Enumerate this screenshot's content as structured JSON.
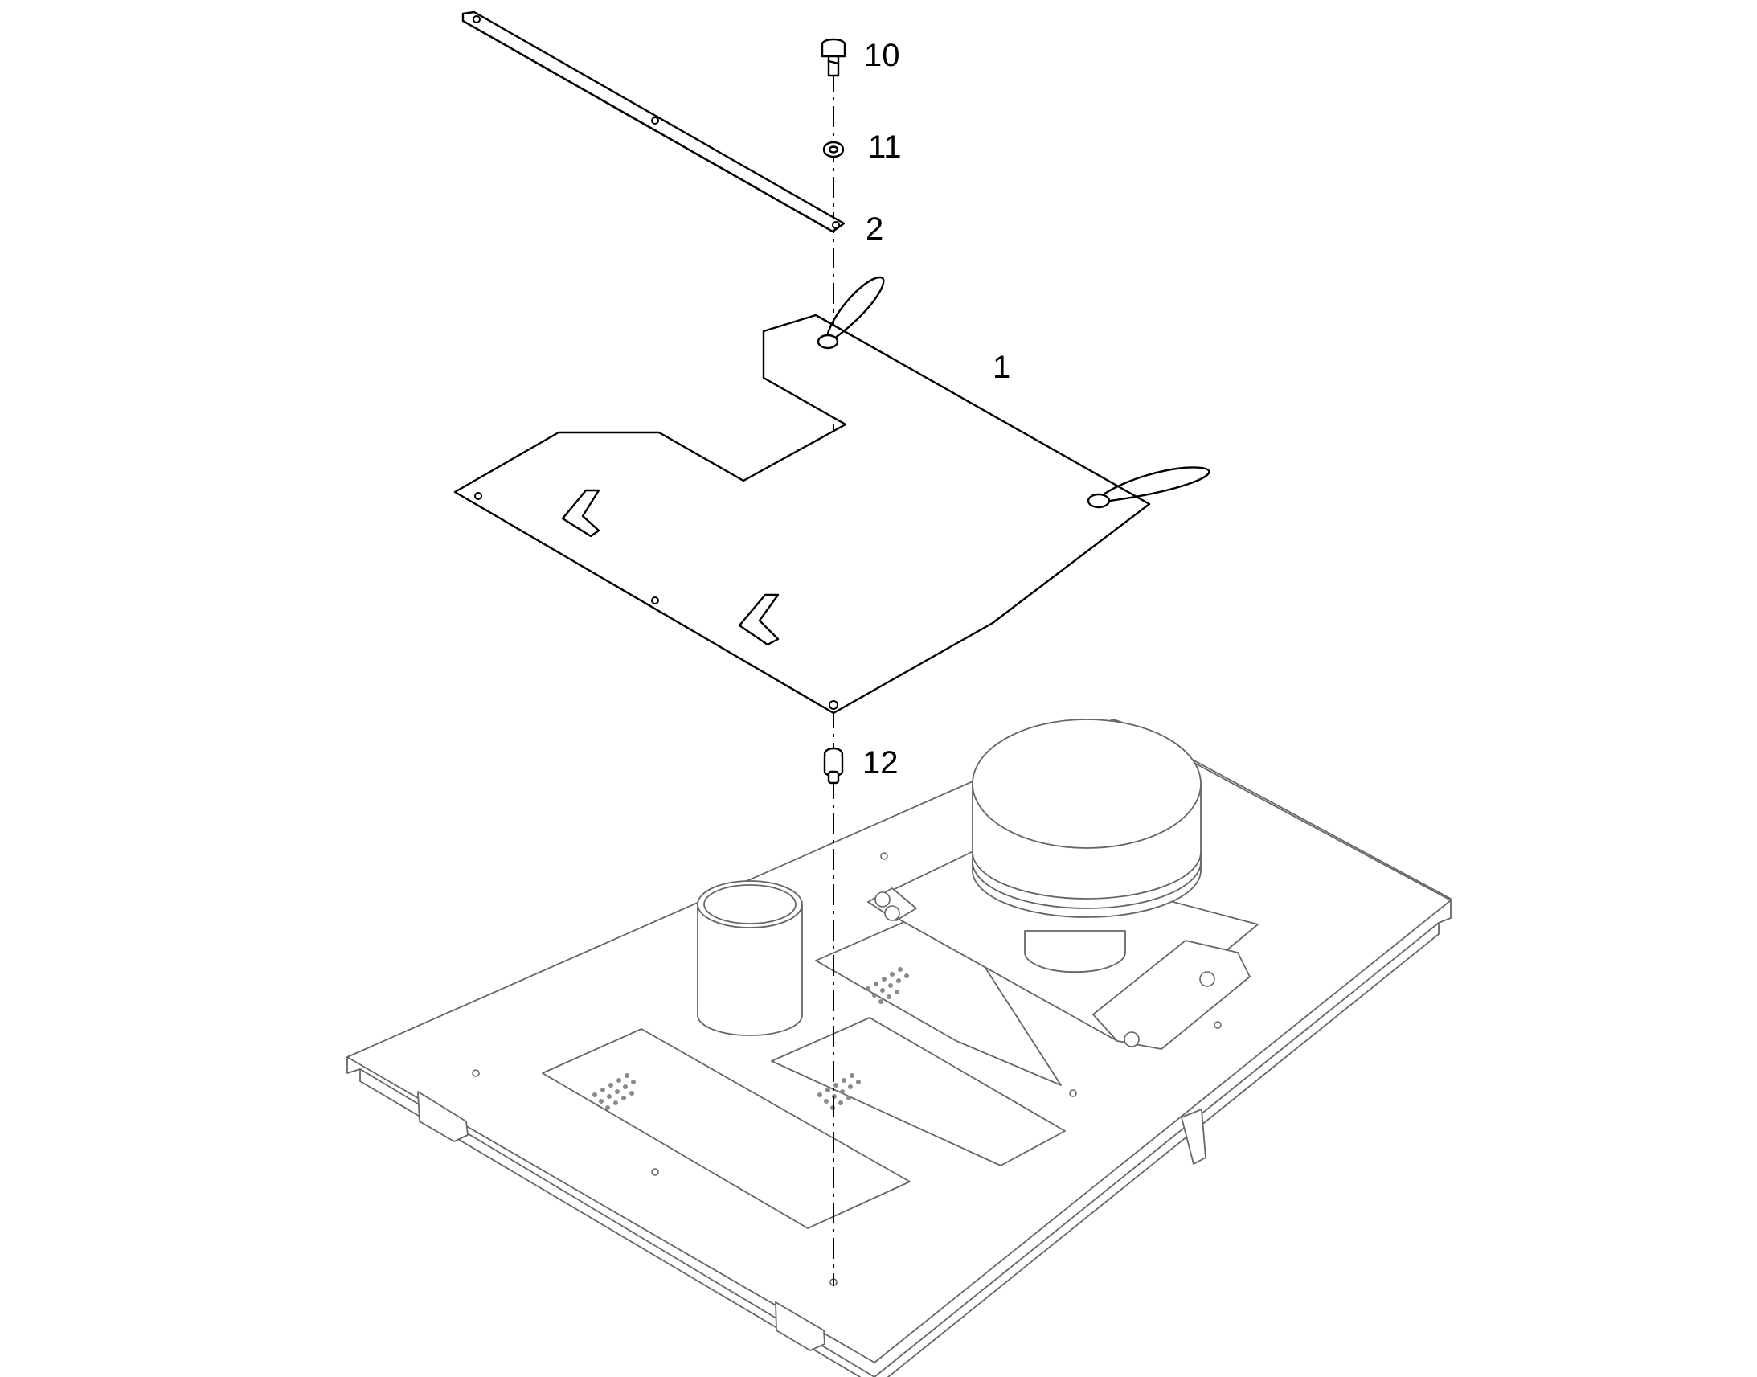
{
  "diagram": {
    "callouts": {
      "c10": "10",
      "c11": "11",
      "c2": "2",
      "c1": "1",
      "c12": "12"
    },
    "colors": {
      "line": "#000000",
      "reference_line": "#666666",
      "background": "#ffffff"
    }
  }
}
